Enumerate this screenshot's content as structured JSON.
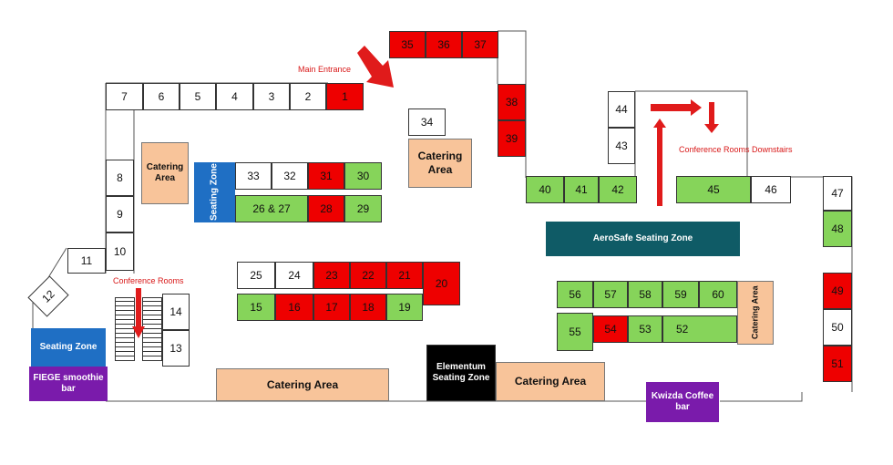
{
  "booths": {
    "b1": "1",
    "b2": "2",
    "b3": "3",
    "b4": "4",
    "b5": "5",
    "b6": "6",
    "b7": "7",
    "b8": "8",
    "b9": "9",
    "b10": "10",
    "b11": "11",
    "b12": "12",
    "b13": "13",
    "b14": "14",
    "b15": "15",
    "b16": "16",
    "b17": "17",
    "b18": "18",
    "b19": "19",
    "b20": "20",
    "b21": "21",
    "b22": "22",
    "b23": "23",
    "b24": "24",
    "b25": "25",
    "b26": "26 & 27",
    "b28": "28",
    "b29": "29",
    "b30": "30",
    "b31": "31",
    "b32": "32",
    "b33": "33",
    "b34": "34",
    "b35": "35",
    "b36": "36",
    "b37": "37",
    "b38": "38",
    "b39": "39",
    "b40": "40",
    "b41": "41",
    "b42": "42",
    "b43": "43",
    "b44": "44",
    "b45": "45",
    "b46": "46",
    "b47": "47",
    "b48": "48",
    "b49": "49",
    "b50": "50",
    "b51": "51",
    "b52": "52",
    "b53": "53",
    "b54": "54",
    "b55": "55",
    "b56": "56",
    "b57": "57",
    "b58": "58",
    "b59": "59",
    "b60": "60"
  },
  "zones": {
    "catering_left": "Catering Area",
    "catering_center": "Catering Area",
    "catering_bottom_left": "Catering Area",
    "catering_bottom_mid": "Catering Area",
    "catering_right": "Catering Area",
    "seating_left": "Seating Zone",
    "seating_small": "Seating Zone",
    "aerosafe": "AeroSafe Seating Zone",
    "elementum": "Elementum Seating Zone",
    "fiege": "FIEGE smoothie bar",
    "kwizda": "Kwizda Coffee bar"
  },
  "labels": {
    "main_entrance": "Main Entrance",
    "conference_left": "Conference Rooms",
    "conference_downstairs": "Conference Rooms Downstairs"
  },
  "colors": {
    "booth_red": "#ee0000",
    "booth_green": "#86d45a",
    "catering": "#f8c49a",
    "seating_blue": "#1f6fc4",
    "aerosafe_teal": "#0f5b66",
    "purple": "#7a1bab",
    "arrow_red": "#e01b1b"
  }
}
